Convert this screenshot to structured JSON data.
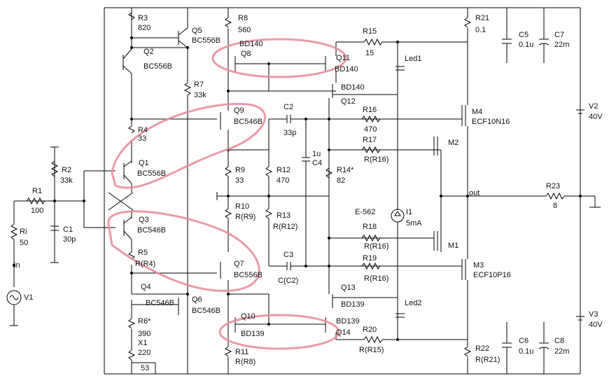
{
  "labels": {
    "R3": "R3",
    "R3v": "820",
    "Q5": "Q5",
    "Q5t": "BC556B",
    "R8": "R8",
    "R8v": "560",
    "R21": "R21",
    "R21v": "0.1",
    "C5": "C5",
    "C5v": "0.1u",
    "C7": "C7",
    "C7v": "22m",
    "Q2": "Q2",
    "Q2t": "BC556B",
    "Q8t": "BD140",
    "Q8": "Q8",
    "R15": "R15",
    "R15v": "15",
    "Q11": "Q11",
    "Q11t": "BD140",
    "Led1": "Led1",
    "R7": "R7",
    "R7v": "33k",
    "Q12t": "BD140",
    "Q12": "Q12",
    "Q9": "Q9",
    "Q9t": "BC546B",
    "C2": "C2",
    "C2v": "33p",
    "R16": "R16",
    "R16v": "470",
    "M4": "M4",
    "M4t": "ECF10N16",
    "V2": "V2",
    "V2v": "40V",
    "R4": "R4",
    "R4v": "33",
    "R17": "R17",
    "R17v": "R(R16)",
    "M2": "M2",
    "R2": "R2",
    "R2v": "33k",
    "Q1": "Q1",
    "Q1t": "BC556B",
    "C4v": "1u",
    "C4": "C4",
    "R12": "R12",
    "R12v": "470",
    "R14": "R14*",
    "R14v": "82",
    "R9": "R9",
    "R9v": "33",
    "out": "out",
    "R23": "R23",
    "R23v": "8",
    "R1": "R1",
    "R1v": "100",
    "R10": "R10",
    "R10v": "R(R9)",
    "R13": "R13",
    "R13v": "R(R12)",
    "E562": "E-562",
    "I1": "I1",
    "I1v": "5mA",
    "C1": "C1",
    "C1v": "30p",
    "Q3": "Q3",
    "Q3t": "BC546B",
    "R18": "R18",
    "R18v": "R(R16)",
    "M1": "M1",
    "Ri": "Ri",
    "Riv": "50",
    "R5": "R5",
    "R5v": "R(R4)",
    "C3": "C3",
    "R19": "R19",
    "M3": "M3",
    "M3t": "ECF10P16",
    "in": "in",
    "Q7": "Q7",
    "Q7t": "BC556B",
    "C3v": "C(C2)",
    "R19v": "R(R16)",
    "Q4": "Q4",
    "Q4t": "BC546B",
    "Q6": "Q6",
    "Q6t": "BC546B",
    "Q13": "Q13",
    "Q13t": "BD139",
    "Led2": "Led2",
    "V1": "V1",
    "V3": "V3",
    "V3v": "40V",
    "R6": "R6*",
    "R6v": "390",
    "Q10": "Q10",
    "Q10t": "BD139",
    "Q14t": "BD139",
    "Q14": "Q14",
    "R20": "R20",
    "R20v": "R(R15)",
    "C6": "C6",
    "C6v": "0.1u",
    "C8": "C8",
    "C8v": "22m",
    "X1": "X1",
    "X1v": "220",
    "R22": "R22",
    "R22v": "R(R21)",
    "R11": "R11",
    "R11v": "R(R8)",
    "X1pos": "53"
  }
}
